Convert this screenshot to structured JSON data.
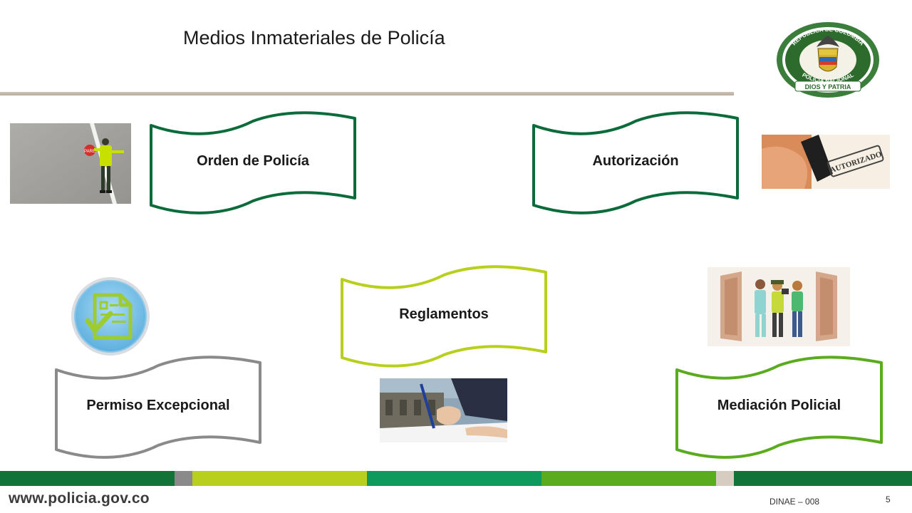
{
  "slide": {
    "title": "Medios Inmateriales de Policía",
    "page_number": "5",
    "code": "DINAE – 008",
    "website": "www.policia.gov.co"
  },
  "emblem": {
    "text_top": "REPUBLICA DE COLOMBIA",
    "text_bottom": "POLICIA NACIONAL",
    "motto": "DIOS Y PATRIA"
  },
  "banners": {
    "orden": {
      "label": "Orden de Policía",
      "color": "#0b6b3a"
    },
    "autorizacion": {
      "label": "Autorización",
      "color": "#0b6b3a"
    },
    "reglamentos": {
      "label": "Reglamentos",
      "color": "#b9cf1e"
    },
    "permiso": {
      "label": "Permiso Excepcional",
      "color": "#8a8a8a"
    },
    "mediacion": {
      "label": "Mediación Policial",
      "color": "#5aab1e"
    }
  },
  "images": {
    "stamp_text": "AUTORIZADO",
    "sign_text": "PARE"
  },
  "footer_colors": [
    "#127339",
    "#8a8a8a",
    "#b9cf1e",
    "#0e9a5c",
    "#5aab1e",
    "#d6ccc0",
    "#127339"
  ]
}
